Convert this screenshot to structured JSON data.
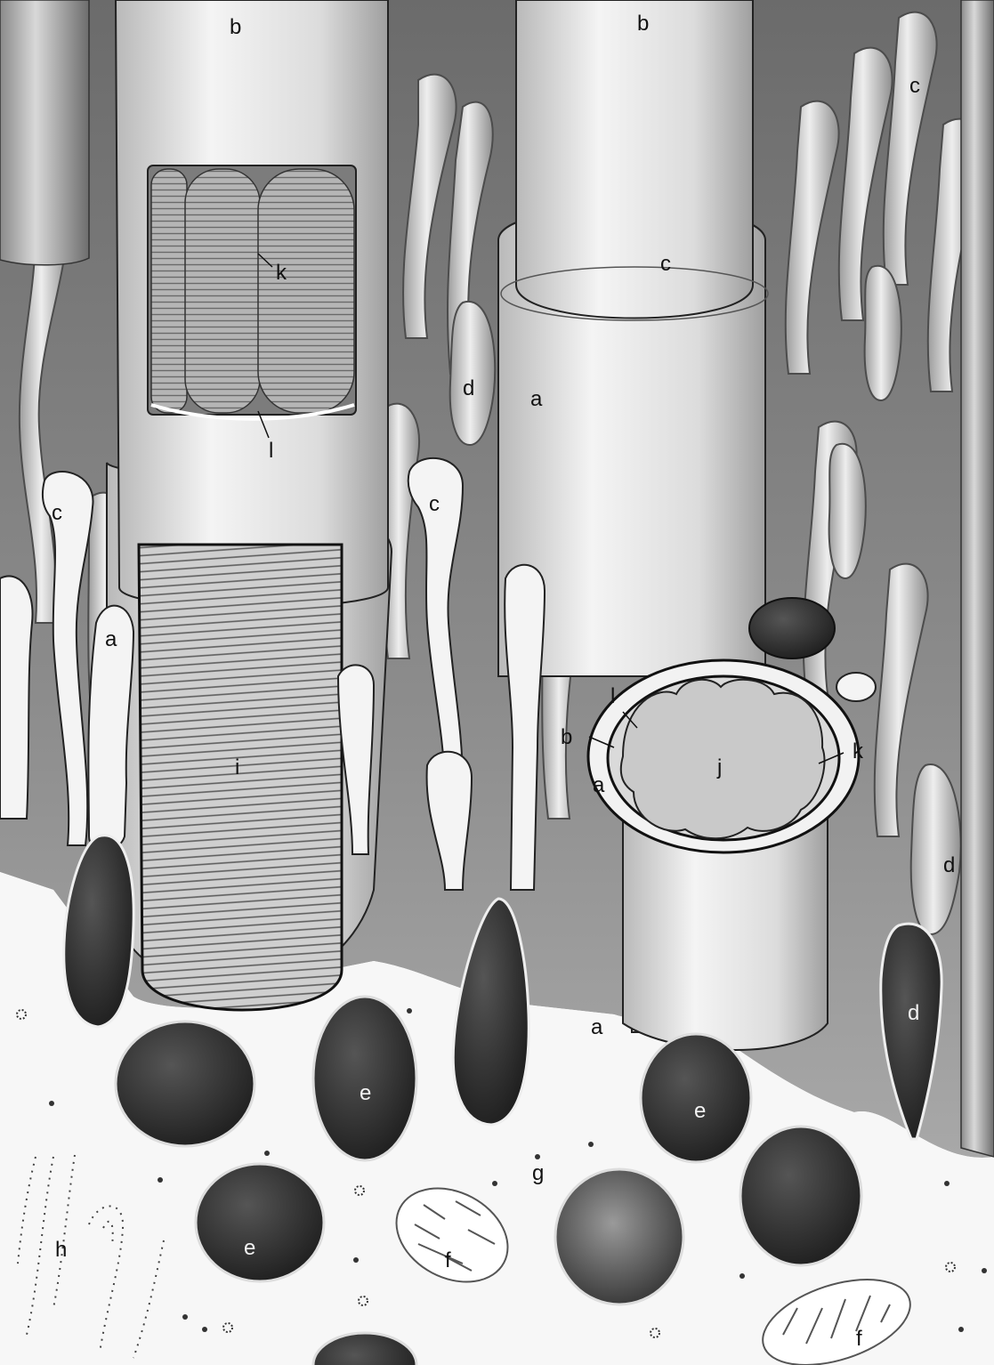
{
  "labels": {
    "a": "a",
    "b": "b",
    "c": "c",
    "d": "d",
    "e": "e",
    "f": "f",
    "g": "g",
    "h": "h",
    "i": "i",
    "j": "j",
    "k": "k",
    "l": "l"
  },
  "colors": {
    "paper": "#ffffff",
    "ink": "#111111",
    "dark_granule": "#2a2a2a",
    "shadow": "#5a5a5a",
    "mid_gray": "#9a9a9a",
    "light_gray": "#d9d9d9",
    "fiber_stroke": "#6f6f6f"
  }
}
